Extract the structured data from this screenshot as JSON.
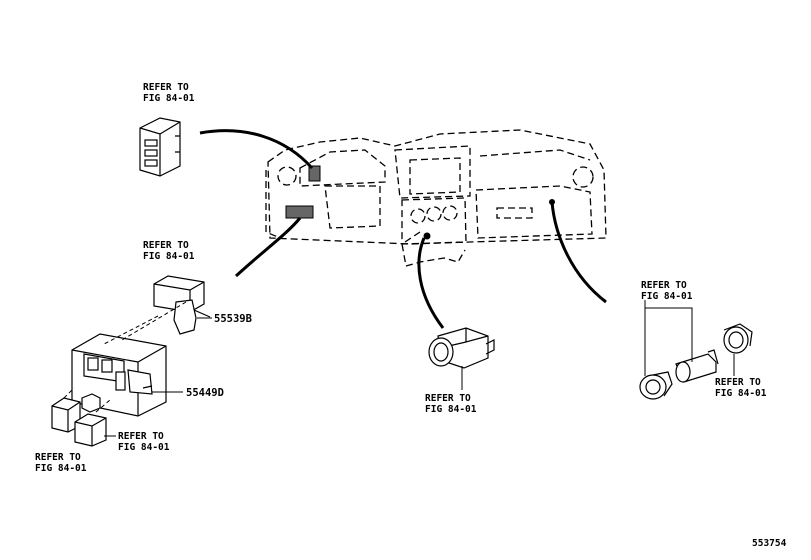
{
  "callouts": {
    "top_left": [
      "REFER TO",
      "FIG 84-01"
    ],
    "mid_left": [
      "REFER TO",
      "FIG 84-01"
    ],
    "bottom_left_a": [
      "REFER TO",
      "FIG 84-01"
    ],
    "bottom_left_b": [
      "REFER TO",
      "FIG 84-01"
    ],
    "center_bottom": [
      "REFER TO",
      "FIG 84-01"
    ],
    "right_top": [
      "REFER TO",
      "FIG 84-01"
    ],
    "right_bottom": [
      "REFER TO",
      "FIG 84-01"
    ]
  },
  "part_numbers": {
    "switch_upper": "55539B",
    "switch_panel": "55449D"
  },
  "figure_id": "553754"
}
